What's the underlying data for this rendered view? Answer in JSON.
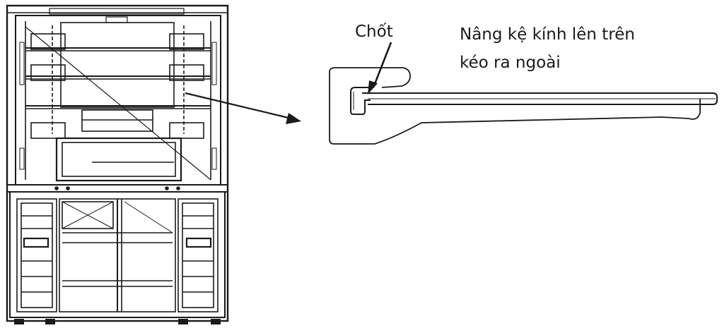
{
  "labels": {
    "latch": "Chốt",
    "instruction_line1": "Nâng kệ kính lên trên",
    "instruction_line2": "kéo ra ngoài"
  },
  "colors": {
    "line": "#1a1a1a",
    "background": "#ffffff"
  }
}
